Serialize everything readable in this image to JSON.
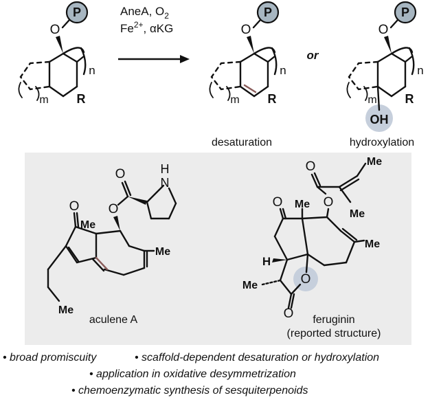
{
  "reaction": {
    "reagents_line1": "AneA, O",
    "reagents_line1_sub": "2",
    "reagents_line2_prefix": "Fe",
    "reagents_line2_sup": "2+",
    "reagents_line2_suffix": ", αKG",
    "or_label": "or"
  },
  "structures": {
    "p_label": "P",
    "o_label": "O",
    "n_label": "n",
    "m_label": "m",
    "r_label": "R",
    "oh_label": "OH",
    "desaturation_label": "desaturation",
    "hydroxylation_label": "hydroxylation"
  },
  "examples": {
    "aculene": {
      "name": "aculene A",
      "o_ketone": "O",
      "o_ester": "O",
      "o_ester_link": "O",
      "nh": "N",
      "nh_h": "H",
      "me_quat": "Me",
      "me_ring": "Me",
      "me_ethyl": "Me"
    },
    "feruginin": {
      "name": "feruginin",
      "subtitle": "(reported structure)",
      "o_ketone": "O",
      "o_ester_carbonyl": "O",
      "o_ester_link": "O",
      "o_lactone_ring": "O",
      "o_lactone_carbonyl": "O",
      "h_label": "H",
      "me_quat": "Me",
      "me_ring": "Me",
      "me_lactone": "Me",
      "me_alkene_top": "Me",
      "me_alkene_bottom": "Me"
    },
    "panel_color": "#ececec"
  },
  "bullets": [
    "• broad promiscuity",
    "• scaffold-dependent desaturation or hydroxylation",
    "• application in oxidative desymmetrization",
    "• chemoenzymatic synthesis of sesquiterpenoids"
  ],
  "colors": {
    "p_circle": "#a7b6c1",
    "highlight": "#c6cfdc",
    "new_bond": "#8a5c5a"
  }
}
